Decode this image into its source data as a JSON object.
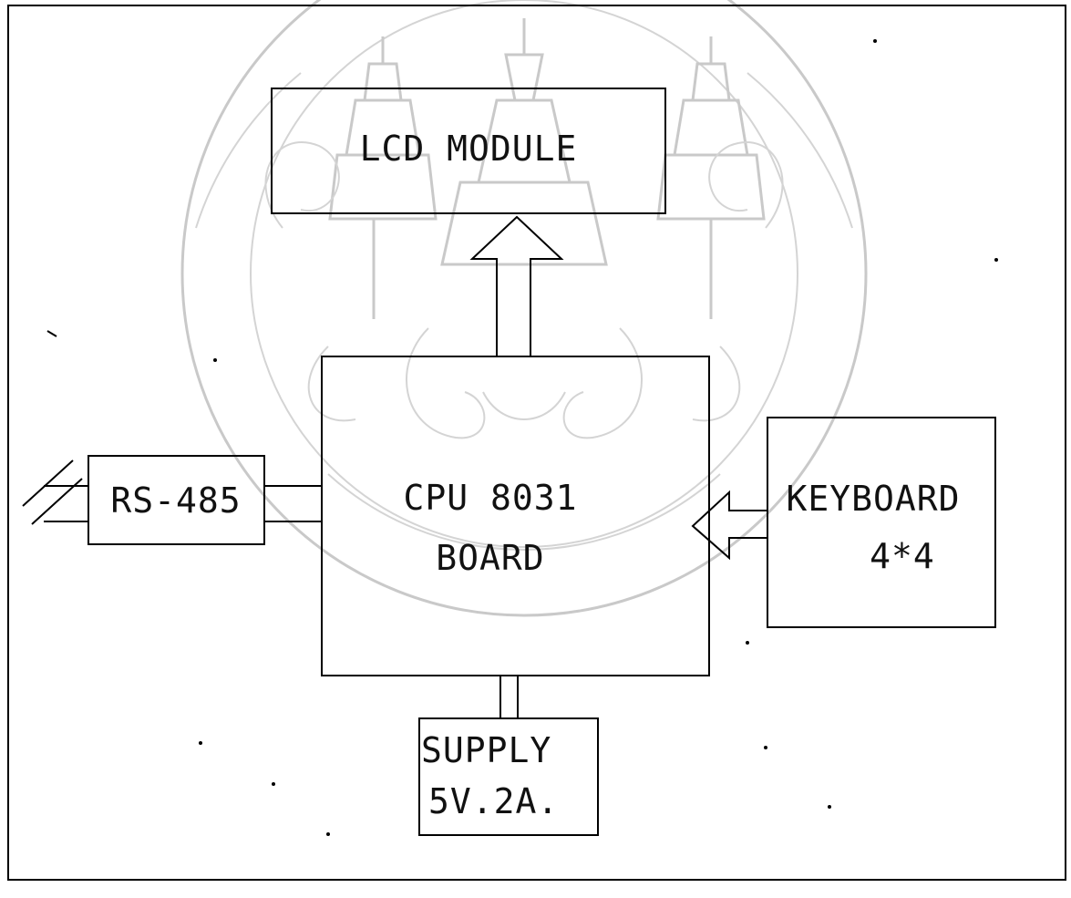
{
  "diagram": {
    "blocks": {
      "lcd": {
        "label": "LCD MODULE"
      },
      "cpu": {
        "line1": "CPU 8031",
        "line2": "BOARD"
      },
      "rs485": {
        "label": "RS-485"
      },
      "keyboard": {
        "line1": "KEYBOARD",
        "line2": "4*4"
      },
      "supply": {
        "line1": "SUPPLY",
        "line2": "5V.2A."
      }
    },
    "connections": [
      {
        "from": "cpu",
        "to": "lcd",
        "style": "bus-arrow"
      },
      {
        "from": "keyboard",
        "to": "cpu",
        "style": "bus-arrow"
      },
      {
        "from": "supply",
        "to": "cpu",
        "style": "double-line"
      },
      {
        "from": "rs485",
        "to": "cpu",
        "style": "double-line"
      },
      {
        "from": "rs485",
        "to": "external",
        "style": "double-line-break"
      }
    ],
    "watermark": {
      "name": "university-seal",
      "color": "#c9c9c9"
    }
  }
}
